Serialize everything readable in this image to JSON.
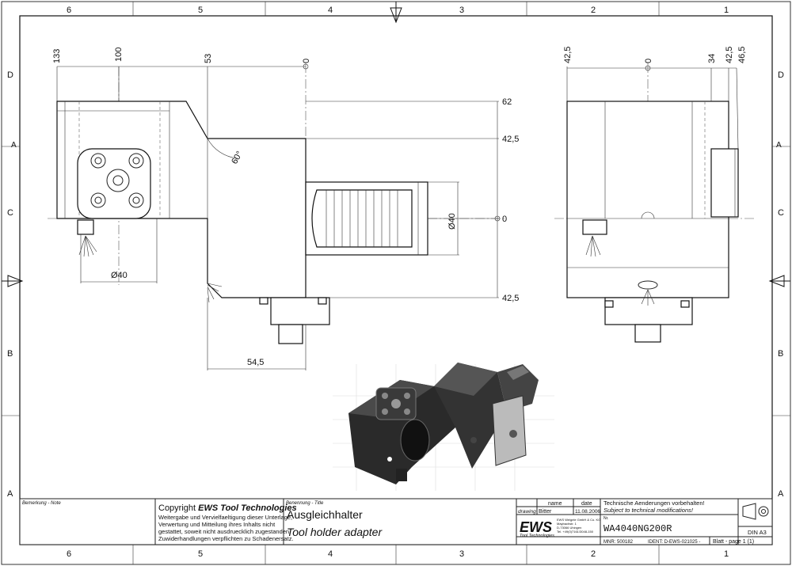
{
  "zones": {
    "columns": [
      "6",
      "5",
      "4",
      "3",
      "2",
      "1"
    ],
    "rows": [
      "D",
      "C",
      "B",
      "A"
    ]
  },
  "front_view": {
    "top_dims": [
      "133",
      "100",
      "53",
      "0"
    ],
    "right_dims": [
      "62",
      "42,5",
      "0",
      "42,5"
    ],
    "angle": "60°",
    "dia_small": "Ø40",
    "dia_shank": "Ø40",
    "bottom_dim": "54,5"
  },
  "side_view": {
    "top_dims": [
      "42,5",
      "0",
      "34",
      "42,5",
      "46,5"
    ]
  },
  "title_block": {
    "remark_label": "Bemerkung - Note",
    "copyright_title_prefix": "Copyright ",
    "copyright_title_brand": "EWS Tool Technologies",
    "copyright_lines": [
      "Weitergabe und Vervielfaeltigung dieser Unterlage,",
      "Verwertung und Mitteilung ihres Inhalts nicht",
      "gestattet, soweit nicht ausdruecklich zugestanden.",
      "Zuwiderhandlungen verpflichten zu Schadenersatz."
    ],
    "title_label": "Benennung - Title",
    "title_de": "Ausgleichhalter",
    "title_en": "Tool holder adapter",
    "col_name": "name",
    "col_date": "date",
    "row_label": "drawing",
    "drawn_by": "Bitter",
    "drawn_date": "11.08.2006",
    "logo_text": "EWS",
    "logo_sub": "Tool Technologies",
    "company_lines": [
      "EWS Weigele GmbH & Co. KG",
      "Maybachstr. 1",
      "D-73066 Uhingen",
      "Tel. +49(0)7161/3048-150"
    ],
    "changes_de": "Technische Aenderungen vorbehalten!",
    "changes_en": "Subject to technical modifications!",
    "nr_label": "Nr.",
    "part_number": "WA4040NG200R",
    "mnr": "MNR: 500182",
    "ident": "IDENT: D-EWS-021025 -",
    "sheet": "Blatt - page 1 (1)",
    "format": "DIN A3"
  }
}
